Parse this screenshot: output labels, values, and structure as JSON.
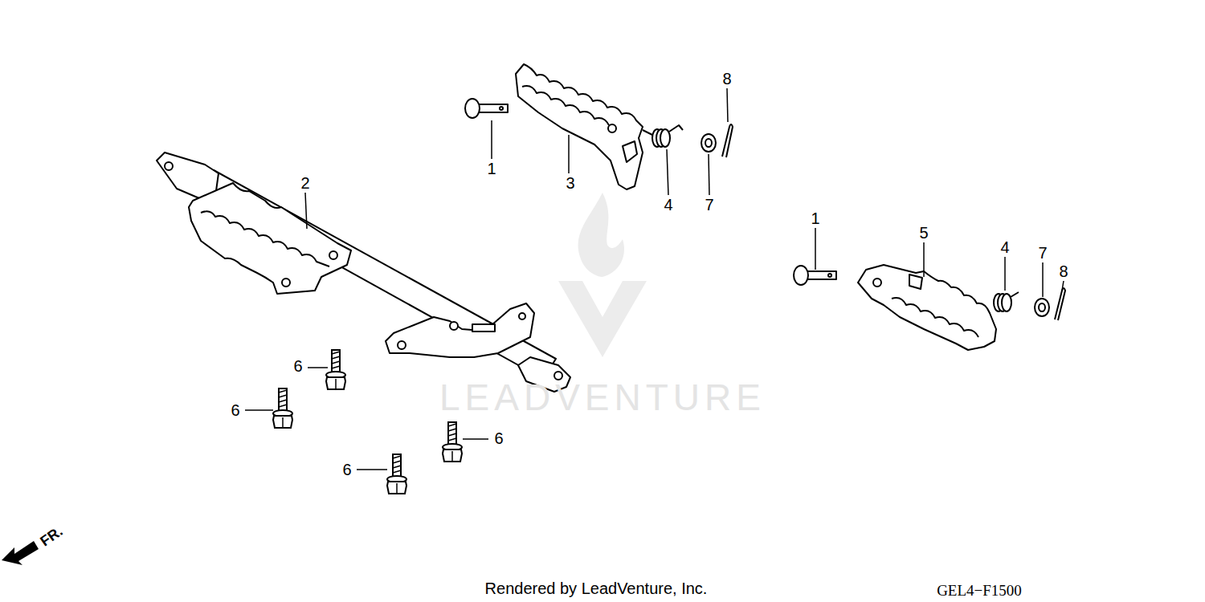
{
  "diagram": {
    "labels": [
      "8",
      "1",
      "3",
      "4",
      "7",
      "2",
      "1",
      "5",
      "4",
      "7",
      "8",
      "6",
      "6",
      "6",
      "6",
      "FR.",
      "LEADVENTURE",
      "Rendered by LeadVenture, Inc.",
      "GEL4−F1500"
    ]
  }
}
